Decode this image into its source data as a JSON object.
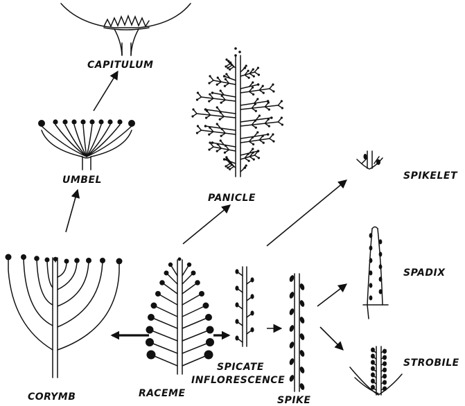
{
  "labels": {
    "capitulum": "CAPITULUM",
    "umbel": "UMBEL",
    "panicle": "PANICLE",
    "spikelet": "SPIKELET",
    "spadix": "SPADIX",
    "strobile": "STROBILE",
    "corymb": "CORYMB",
    "raceme": "RACEME",
    "spicate_line1": "SPICATE",
    "spicate_line2": "INFLORESCENCE",
    "spike": "SPIKE"
  },
  "colors": {
    "ink": "#111111",
    "background": "#ffffff"
  }
}
